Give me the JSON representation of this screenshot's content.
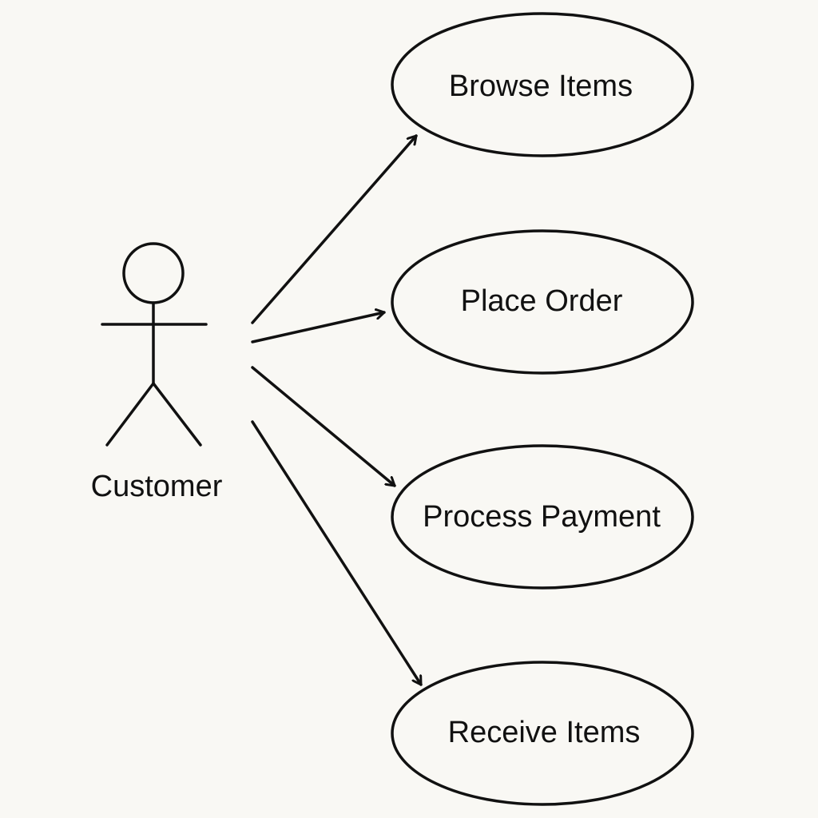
{
  "actor": {
    "name": "Customer"
  },
  "use_cases": [
    {
      "label": "Browse Items"
    },
    {
      "label": "Place Order"
    },
    {
      "label": "Process Payment"
    },
    {
      "label": "Receive Items"
    }
  ],
  "colors": {
    "background": "#f9f8f4",
    "stroke": "#111111"
  }
}
